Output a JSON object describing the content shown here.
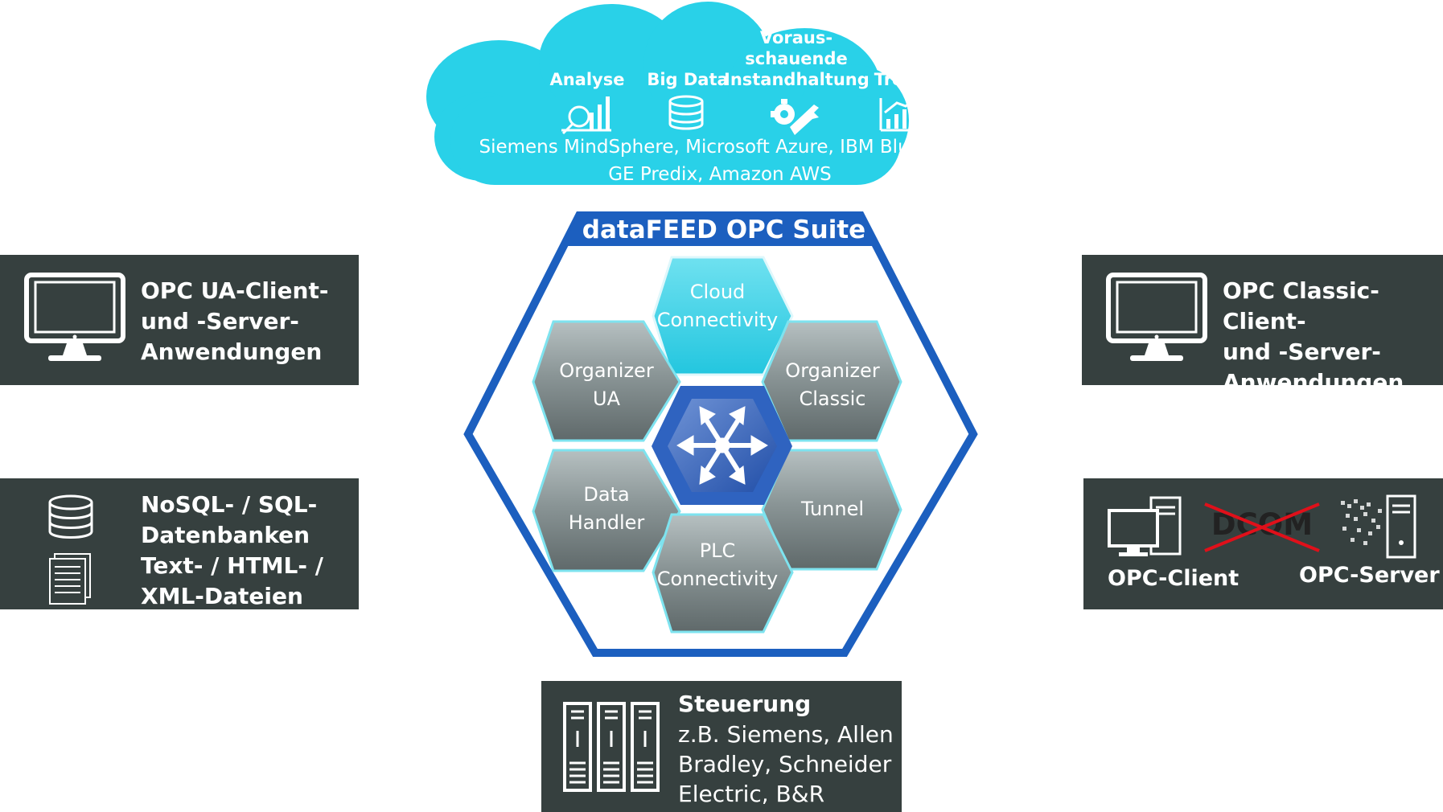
{
  "colors": {
    "panel": "#36403f",
    "cloud": "#29d1e8",
    "suite_border": "#1c5fbf",
    "hex_gray": "#808b8c",
    "hex_cloud": "#2fcfe6",
    "center_blue": "#2f63c0"
  },
  "cloud": {
    "items": [
      {
        "label": "Analyse",
        "icon": "analysis-icon"
      },
      {
        "label": "Big Data",
        "icon": "database-icon"
      },
      {
        "label": "Voraus-\nschauende\nInstandhaltung",
        "icon": "maintenance-icon"
      },
      {
        "label": "Trend",
        "icon": "trend-chart-icon"
      }
    ],
    "platforms": "Siemens MindSphere, Microsoft Azure, IBM Bluemix,\nGE Predix, Amazon AWS"
  },
  "suite": {
    "title": "dataFEED OPC Suite",
    "modules": {
      "cloud": "Cloud\nConnectivity",
      "organizer_ua": "Organizer\nUA",
      "organizer_classic": "Organizer\nClassic",
      "data_handler": "Data\nHandler",
      "tunnel": "Tunnel",
      "plc": "PLC\nConnectivity"
    },
    "center_icon": "hub-arrows-icon"
  },
  "left_top": {
    "label": "OPC UA-Client-\nund -Server-\nAnwendungen",
    "icon": "monitor-icon"
  },
  "left_bottom": {
    "label": "NoSQL- / SQL-\nDatenbanken\nText- / HTML- /\nXML-Dateien",
    "icons": [
      "database-icon",
      "documents-icon"
    ]
  },
  "right_top": {
    "label": "OPC Classic-Client-\nund -Server-\nAnwendungen",
    "icon": "monitor-icon"
  },
  "right_bottom": {
    "dcom": "DCOM",
    "client": "OPC-Client",
    "server": "OPC-Server"
  },
  "bottom": {
    "title": "Steuerung",
    "body": "z.B. Siemens, Allen\nBradley, Schneider\nElectric, B&R",
    "icon": "server-rack-icon"
  }
}
